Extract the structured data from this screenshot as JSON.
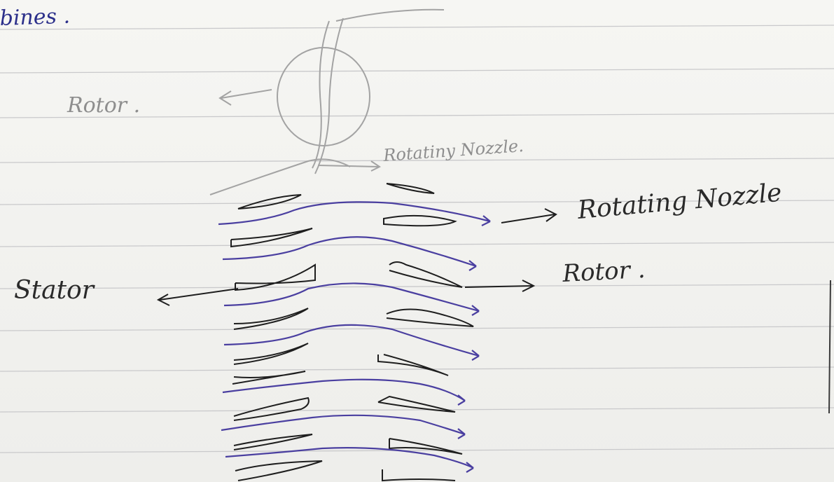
{
  "notebook": {
    "ink_colors": {
      "black": "#2a2a2a",
      "blue": "#4a3fa0",
      "pencil": "#9a9a9a",
      "rule_line": "#cfcfd0"
    }
  },
  "labels": {
    "heading_fragment": "bines .",
    "rotor_pencil": "Rotor .",
    "rotating_nozzle_pencil": "Rotatiny Nozzle.",
    "rotating_nozzle": "Rotating Nozzle",
    "rotor": "Rotor .",
    "stator": "Stator"
  }
}
